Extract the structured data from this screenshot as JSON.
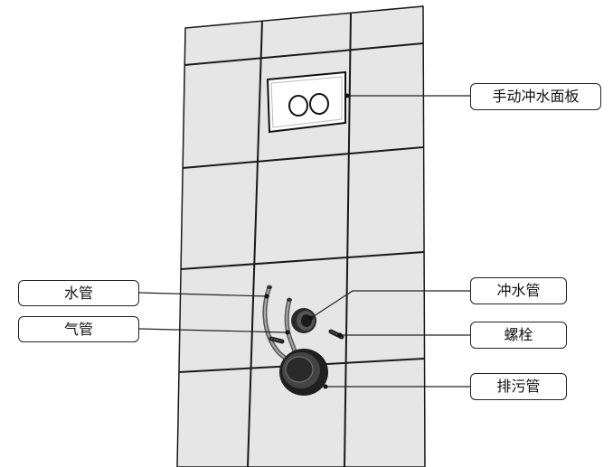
{
  "labels": {
    "flush_panel": "手动冲水面板",
    "water_pipe": "水管",
    "air_pipe": "气管",
    "flush_pipe": "冲水管",
    "bolt": "螺栓",
    "drain_pipe": "排污管"
  },
  "flush_panel": {
    "button_count": 2
  },
  "colors": {
    "wall_fill": "#e6e6e6",
    "tile_line": "#1a1a1a",
    "outline": "#222222"
  }
}
